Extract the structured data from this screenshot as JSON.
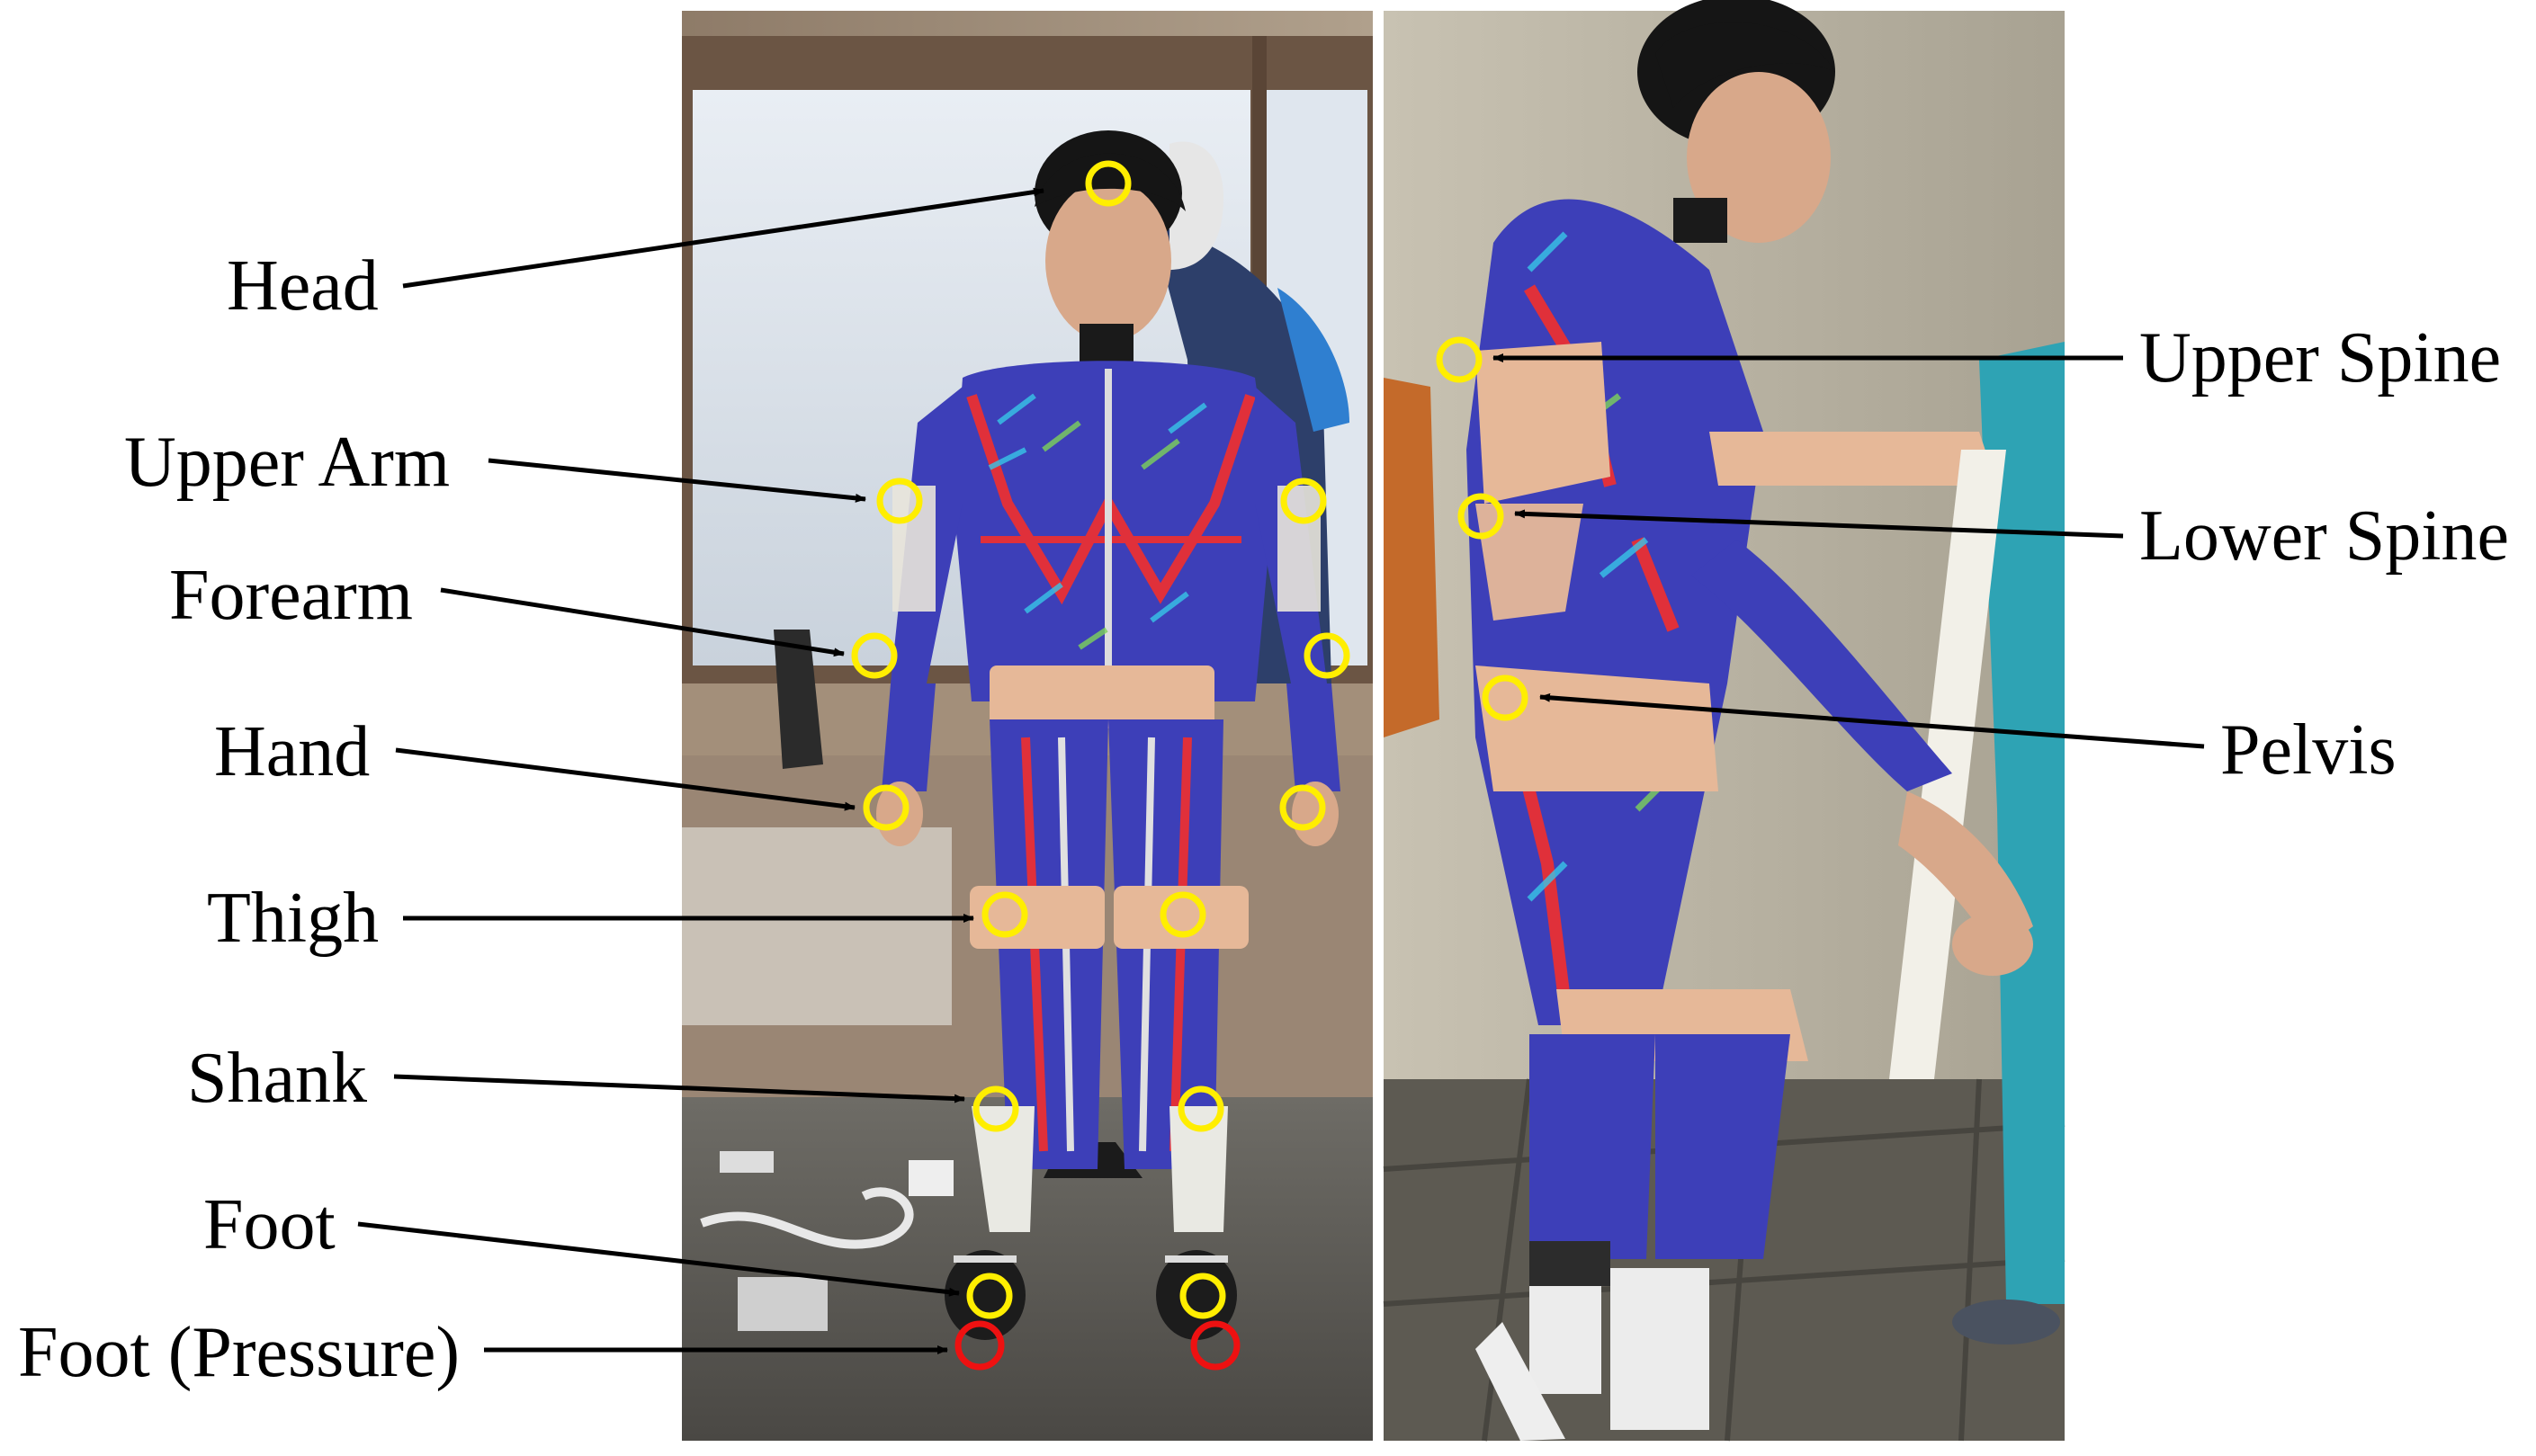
{
  "figure": {
    "left_labels": {
      "head": "Head",
      "upper_arm": "Upper Arm",
      "forearm": "Forearm",
      "hand": "Hand",
      "thigh": "Thigh",
      "shank": "Shank",
      "foot": "Foot",
      "foot_pressure": "Foot (Pressure)"
    },
    "right_labels": {
      "upper_spine": "Upper Spine",
      "lower_spine": "Lower Spine",
      "pelvis": "Pelvis"
    },
    "colors": {
      "imu_marker": "#ffee00",
      "pressure_marker": "#ee1111",
      "arrow": "#000000",
      "suit_blue": "#3d3fb8",
      "suit_red": "#e0303a",
      "tape": "#e6b898",
      "skin": "#d8a88a",
      "hair": "#151515"
    }
  }
}
